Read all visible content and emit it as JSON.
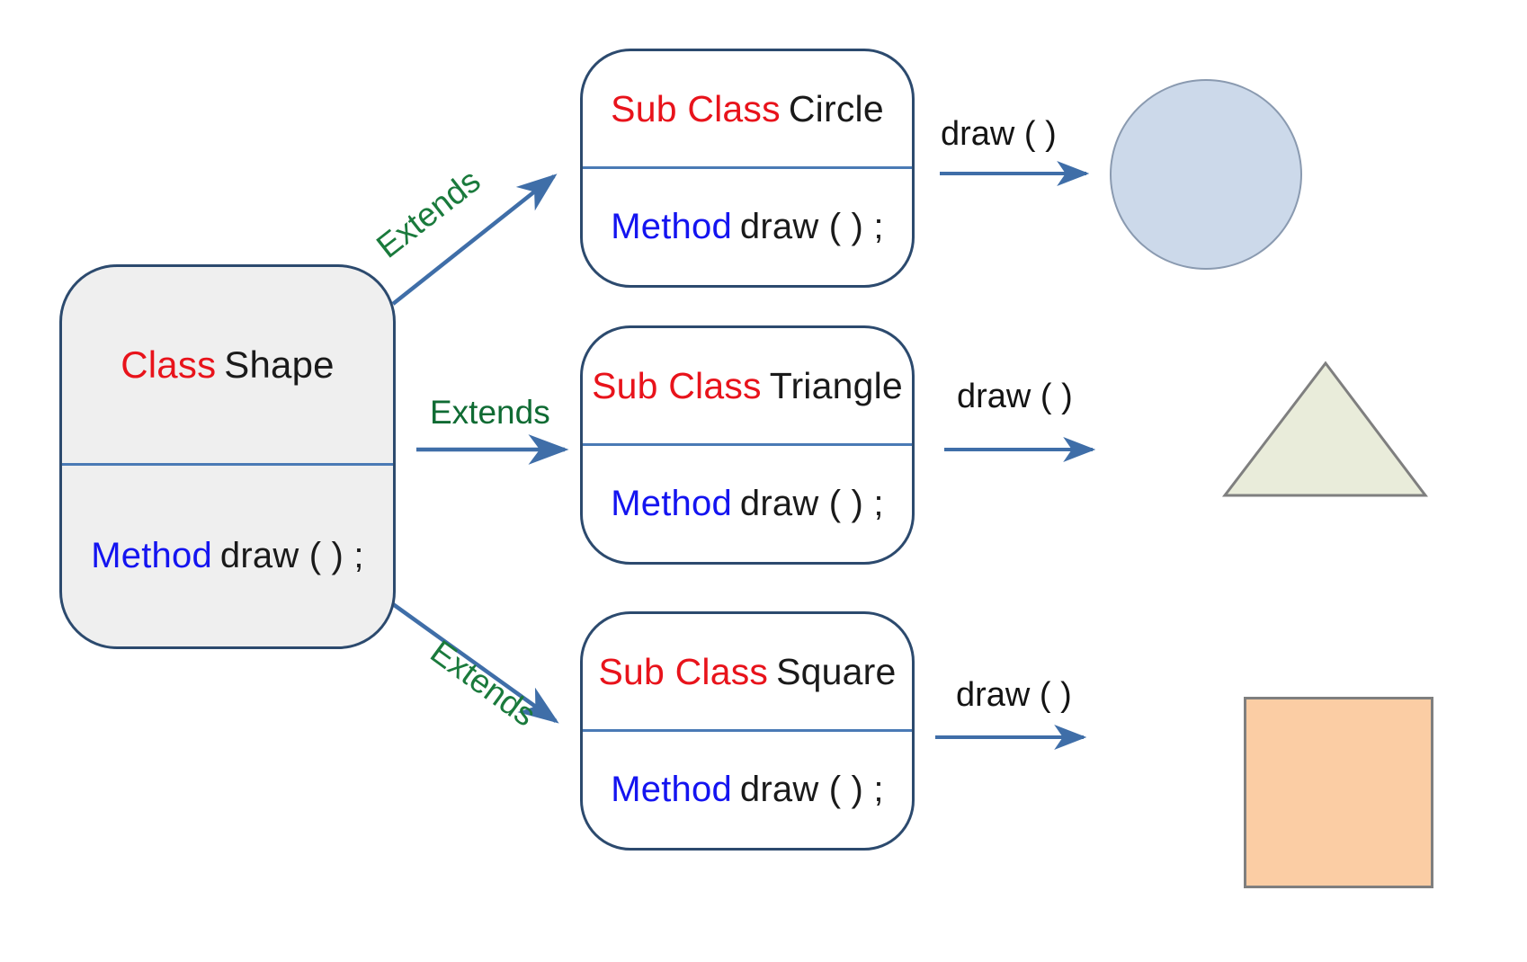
{
  "diagram": {
    "title": "Class inheritance and method overriding diagram",
    "colors": {
      "keyword_red": "#e8131b",
      "keyword_blue": "#1414f0",
      "extends_green": "#1a7a3c",
      "box_border": "#2c4a6e",
      "box_divider": "#4a7ab5",
      "arrow_blue": "#3f6ea8",
      "parent_fill": "#efefef",
      "circle_fill": "#ccd9ea",
      "triangle_fill": "#e9ecda",
      "square_fill": "#fbcda4"
    }
  },
  "parent_class": {
    "keyword": "Class",
    "name": "Shape",
    "method_keyword": "Method",
    "method_signature": "draw ( ) ;"
  },
  "relationships": [
    {
      "label": "Extends"
    },
    {
      "label": "Extends"
    },
    {
      "label": "Extends"
    }
  ],
  "subclasses": [
    {
      "keyword": "Sub Class",
      "name": "Circle",
      "method_keyword": "Method",
      "method_signature": "draw ( ) ;",
      "call_label": "draw ( )",
      "output_shape": "circle-shape"
    },
    {
      "keyword": "Sub Class",
      "name": "Triangle",
      "method_keyword": "Method",
      "method_signature": "draw ( ) ;",
      "call_label": "draw ( )",
      "output_shape": "triangle-shape"
    },
    {
      "keyword": "Sub Class",
      "name": "Square",
      "method_keyword": "Method",
      "method_signature": "draw ( ) ;",
      "call_label": "draw ( )",
      "output_shape": "square-shape"
    }
  ]
}
